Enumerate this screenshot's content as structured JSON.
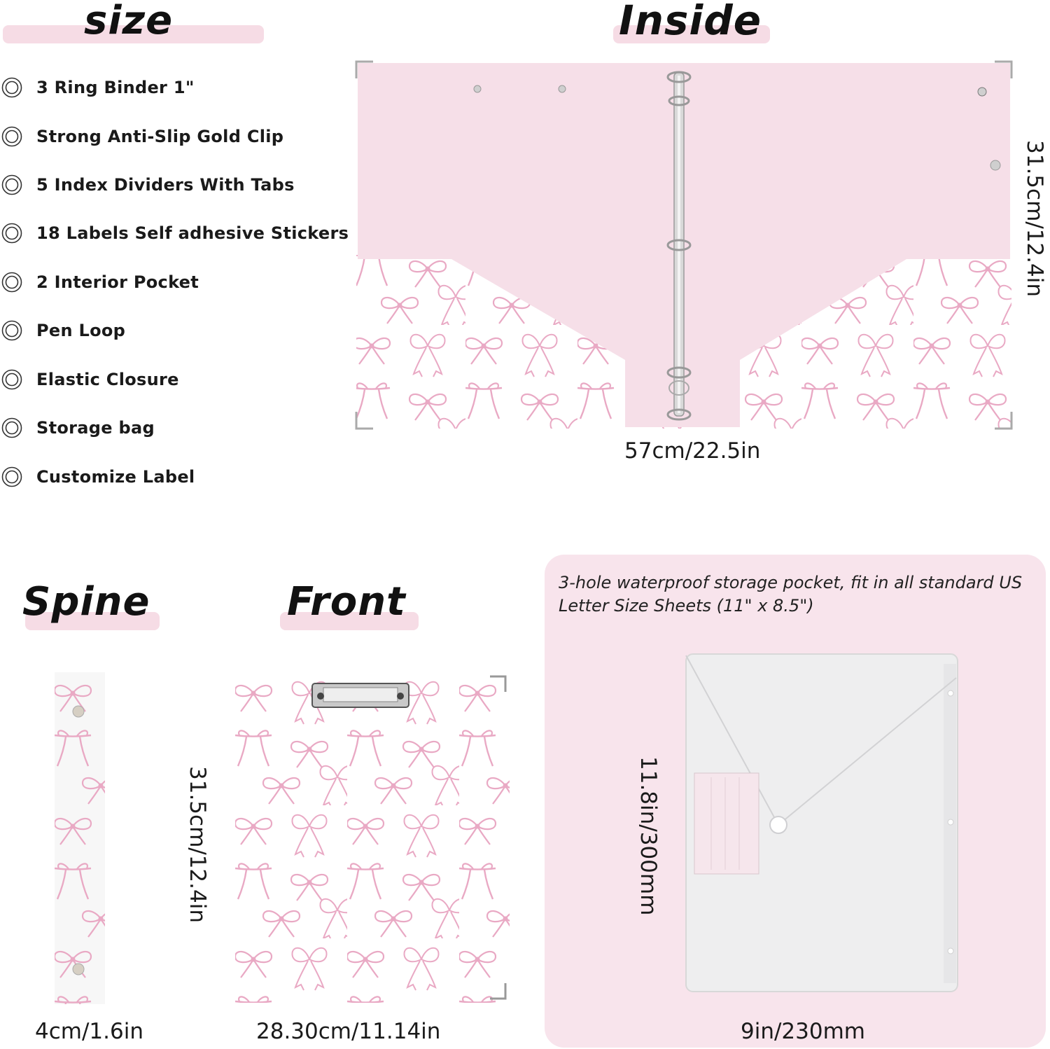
{
  "headings": {
    "size": "size",
    "inside": "Inside",
    "spine": "Spine",
    "front": "Front"
  },
  "features": [
    "3 Ring Binder 1\"",
    "Strong Anti-Slip Gold Clip",
    "5 Index Dividers With Tabs",
    "18 Labels Self adhesive Stickers",
    "2 Interior Pocket",
    "Pen Loop",
    "Elastic Closure",
    "Storage bag",
    "Customize Label"
  ],
  "dimensions": {
    "inside_width": "57cm/22.5in",
    "inside_height": "31.5cm/12.4in",
    "spine_width": "4cm/1.6in",
    "spine_height": "31.5cm/12.4in",
    "front_width": "28.30cm/11.14in",
    "pocket_height": "11.8in/300mm",
    "pocket_width": "9in/230mm"
  },
  "pocket": {
    "description": "3-hole waterproof  storage pocket, fit in all standard US Letter Size Sheets (11\" x 8.5\")"
  },
  "colors": {
    "pink_light": "#f6dce5",
    "bow_pink": "#e9a9c4",
    "panel_pink": "#f8e4ec"
  }
}
